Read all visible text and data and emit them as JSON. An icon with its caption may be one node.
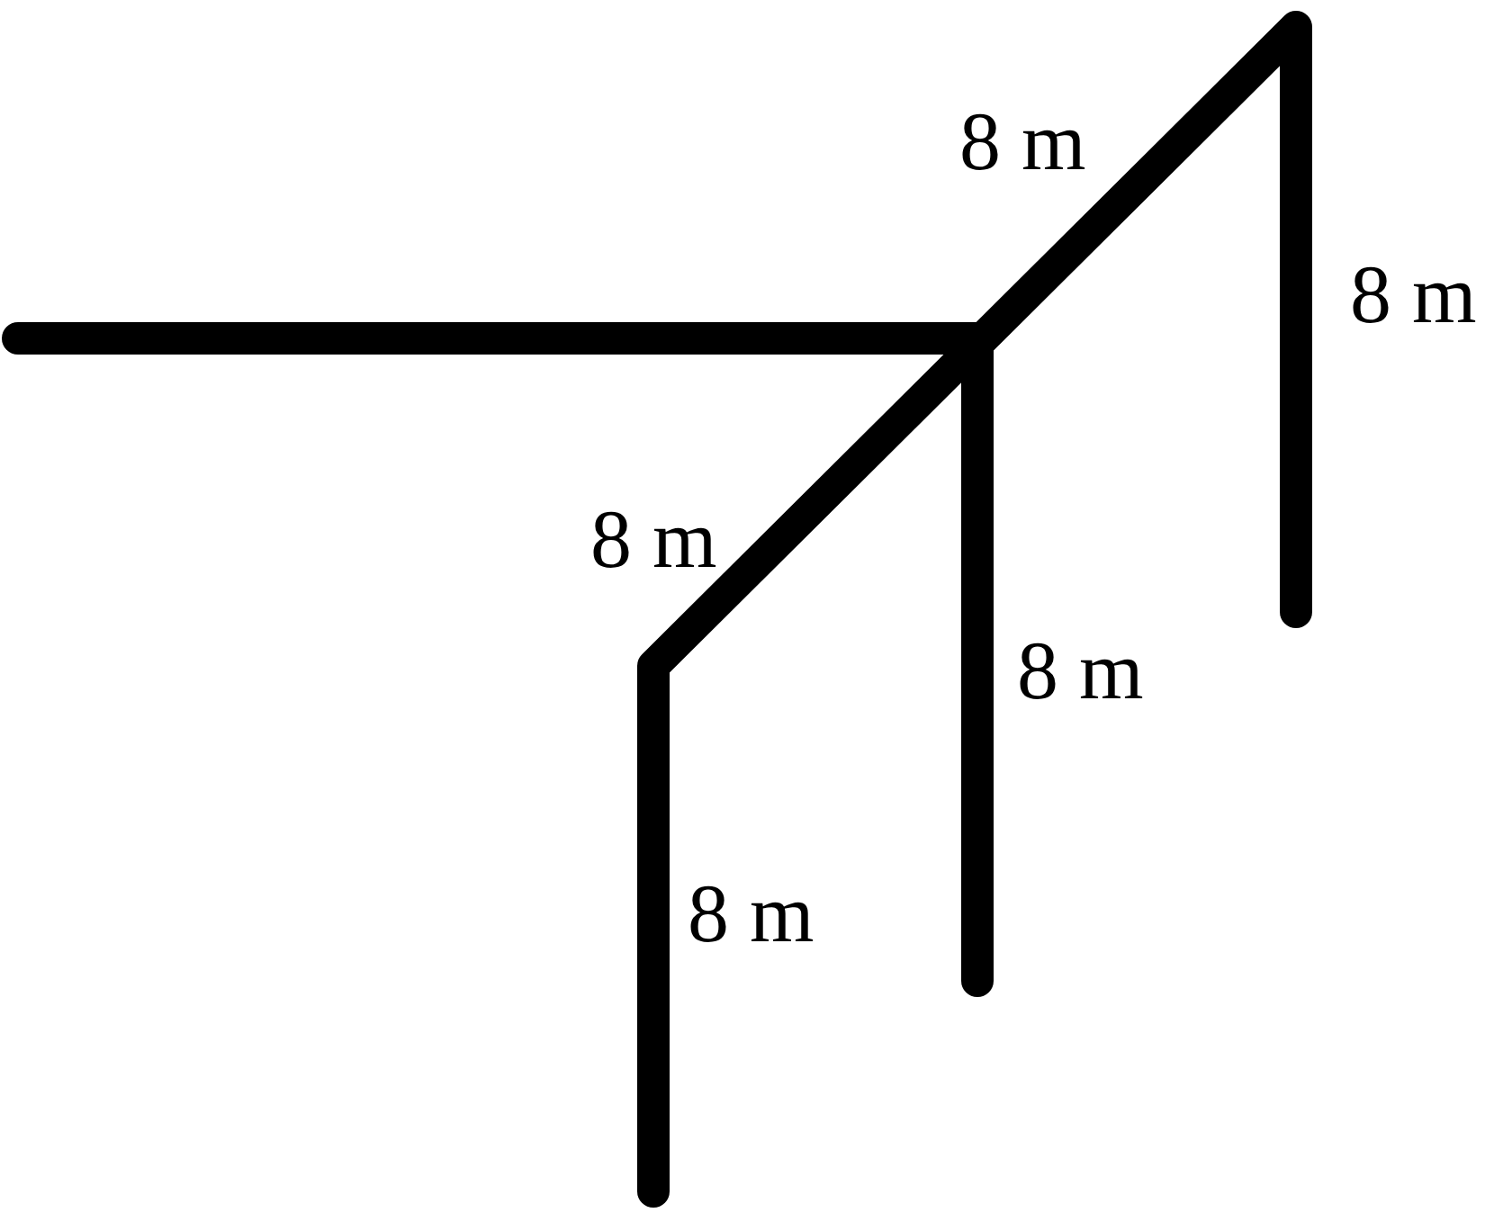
{
  "diagram": {
    "labels": [
      "8 m",
      "8 m",
      "8 m",
      "8 m",
      "8 m"
    ]
  }
}
